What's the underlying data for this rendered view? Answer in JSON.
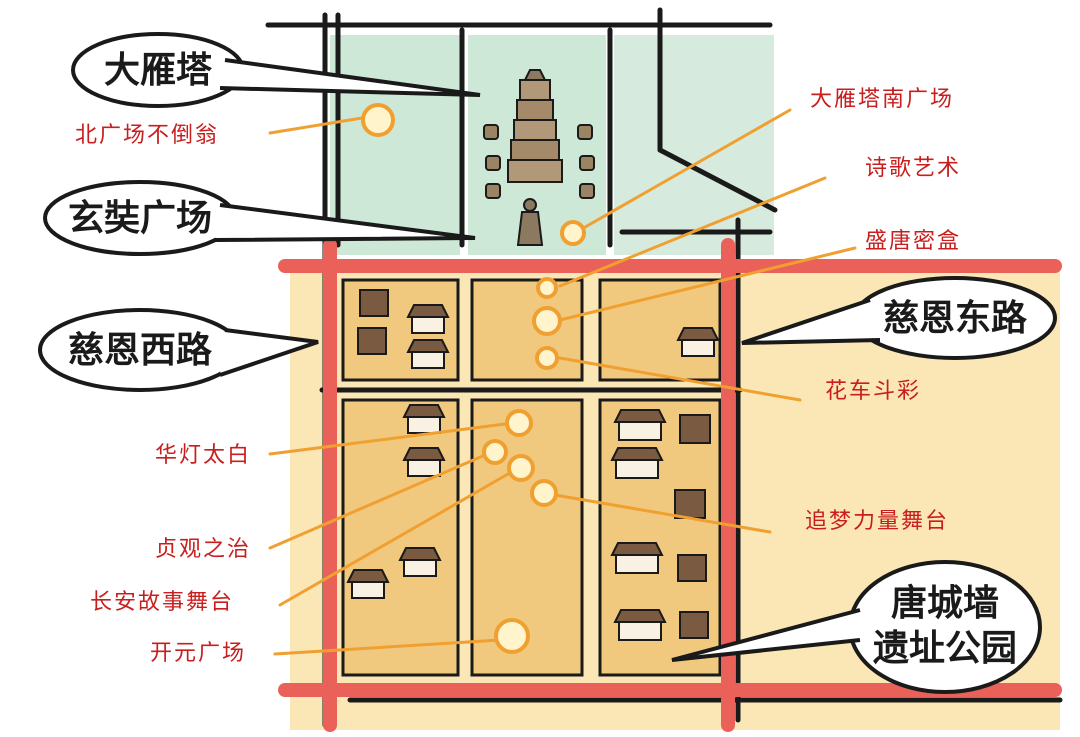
{
  "colors": {
    "green_zone": "#cde8d6",
    "yellow_zone": "#f4d48a",
    "red_road": "#e96159",
    "ink": "#1a1a1a",
    "marker_orange": "#f0a030",
    "label_red": "#c81e1e"
  },
  "bubbles": {
    "dayanta": "大雁塔",
    "xuanzang": "玄奘广场",
    "ciensilu_west": "慈恩西路",
    "ciensilu_east": "慈恩东路",
    "tangchengqiang_line1": "唐城墙",
    "tangchengqiang_line2": "遗址公园"
  },
  "labels": {
    "bei_guangchang": "北广场不倒翁",
    "dayanta_nan": "大雁塔南广场",
    "shige_yishu": "诗歌艺术",
    "shengtang_mihe": "盛唐密盒",
    "huache_doucai": "花车斗彩",
    "huadeng_taibai": "华灯太白",
    "zhenguan_zhizhi": "贞观之治",
    "changan_gushi": "长安故事舞台",
    "zhuimeng": "追梦力量舞台",
    "kaiyuan": "开元广场"
  },
  "icons": [
    "pagoda-icon",
    "statue-icon",
    "house-icon",
    "crate-icon"
  ]
}
